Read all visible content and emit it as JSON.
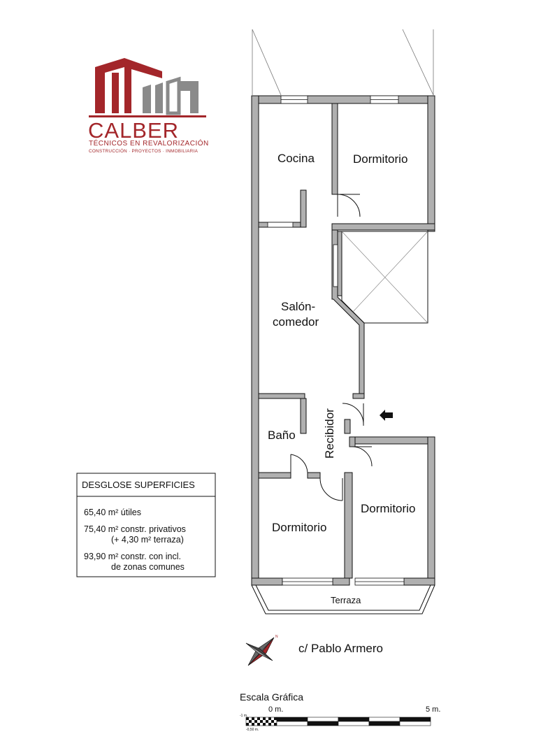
{
  "logo": {
    "name": "CALBER",
    "tagline": "TÉCNICOS EN REVALORIZACIÓN",
    "services": "CONSTRUCCIÓN · PROYECTOS · INMOBILIARIA",
    "colors": {
      "brand_red": "#a3262a",
      "brand_gray": "#8a8a8a"
    }
  },
  "floor_plan": {
    "rooms": {
      "kitchen": "Cocina",
      "bedroom_top": "Dormitorio",
      "living_line1": "Salón-",
      "living_line2": "comedor",
      "bathroom": "Baño",
      "hall": "Recibidor",
      "bedroom_right": "Dormitorio",
      "bedroom_bottom": "Dormitorio",
      "terrace": "Terraza"
    },
    "wall_color": "#b0b0b0"
  },
  "surfaces": {
    "title": "DESGLOSE SUPERFICIES",
    "useful": "65,40 m² útiles",
    "private_line1": "75,40 m² constr. privativos",
    "private_line2": "(+ 4,30 m² terraza)",
    "common_line1": "93,90 m² constr. con incl.",
    "common_line2": "de zonas comunes"
  },
  "street": {
    "name": "c/ Pablo Armero",
    "compass_icon": "compass-rose-icon"
  },
  "scale": {
    "title": "Escala Gráfica",
    "zero_label": "0 m.",
    "five_label": "5 m.",
    "minus_one_label": "-1 m.",
    "half_label": "-0,50 m."
  }
}
